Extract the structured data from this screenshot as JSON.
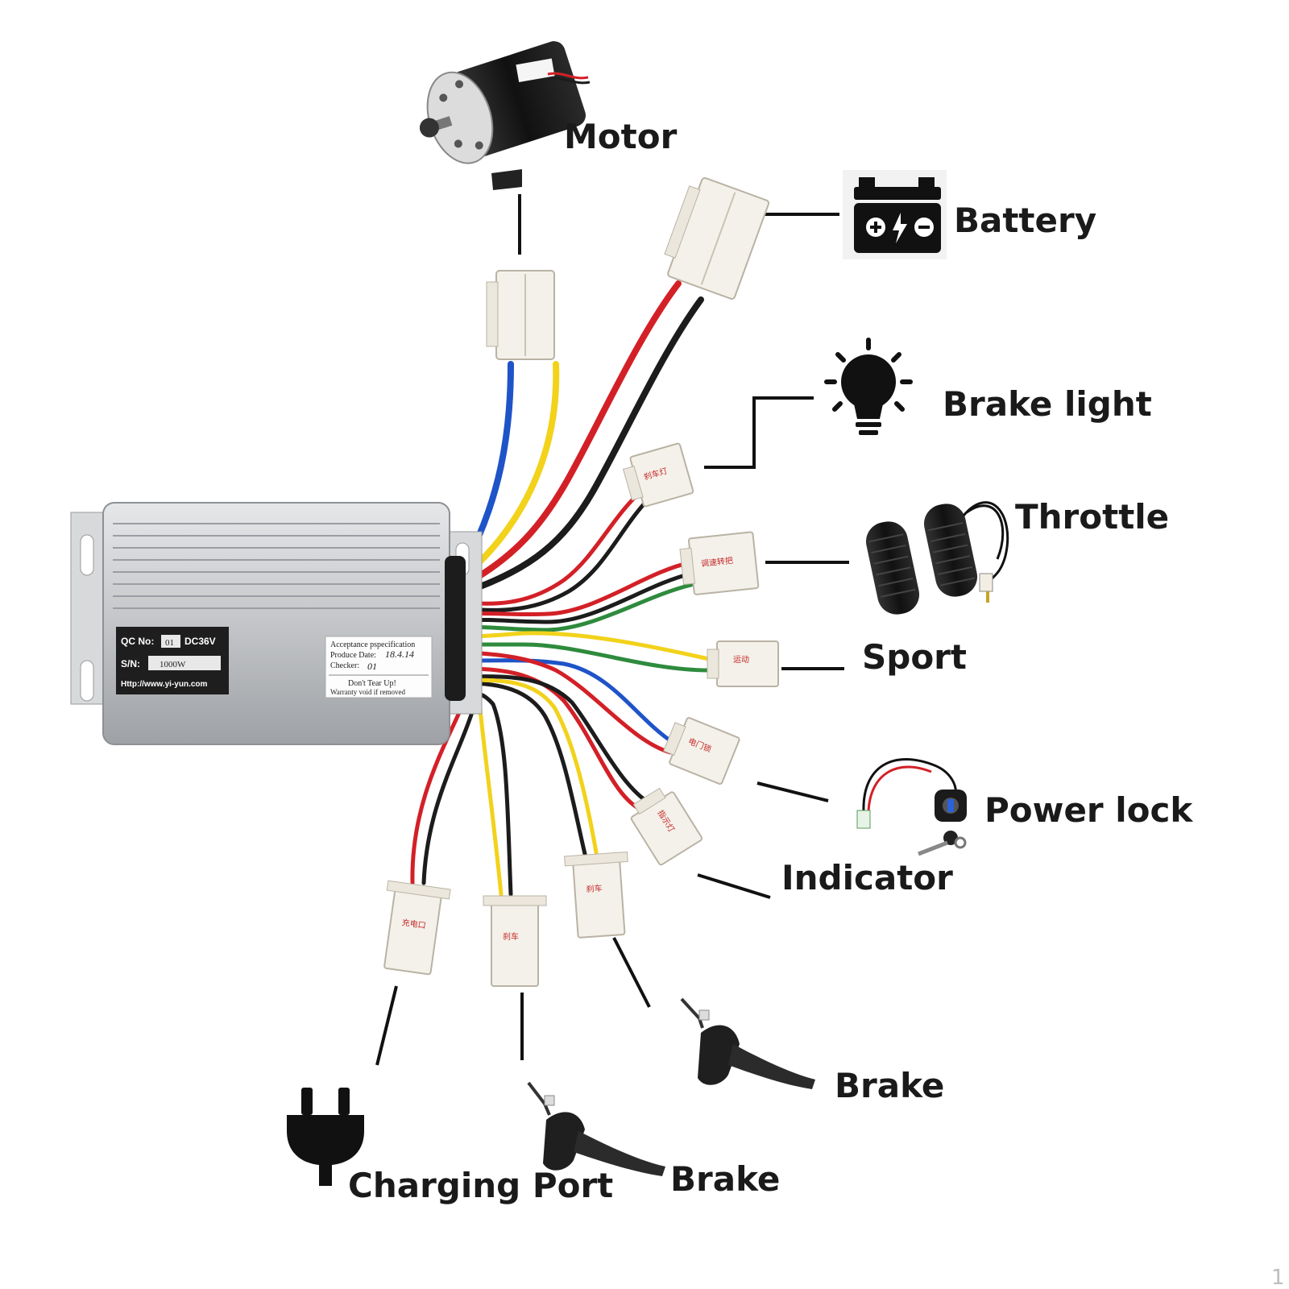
{
  "labels": {
    "motor": "Motor",
    "battery": "Battery",
    "brake_light": "Brake light",
    "throttle": "Throttle",
    "sport": "Sport",
    "power_lock": "Power lock",
    "indicator": "Indicator",
    "brake_right": "Brake",
    "brake_left": "Brake",
    "charging_port": "Charging Port"
  },
  "controller": {
    "qc_label": "QC No:",
    "qc_value": "01",
    "voltage": "DC36V",
    "sn_label": "S/N:",
    "sn_value": "1000W",
    "url": "Http://www.yi-yun.com",
    "sticker_line1": "Acceptance pspecification",
    "sticker_line2": "Produce Date:",
    "sticker_line2_hand": "18.4.14",
    "sticker_line3": "Checker:",
    "sticker_line3_hand": "01",
    "sticker_line4": "Don't Tear Up!",
    "sticker_line5": "Warranty void if removed"
  },
  "connectors": {
    "brake_light": "刹车灯",
    "throttle": "调速转把",
    "sport": "运动",
    "power_lock": "电门锁",
    "indicator": "指示灯",
    "brake_a": "刹车",
    "brake_b": "刹车",
    "charging": "充电口"
  },
  "page_number": "1",
  "colors": {
    "wire_red": "#d32027",
    "wire_black": "#1c1c1c",
    "wire_yellow": "#f2d21b",
    "wire_blue": "#1f54c8",
    "wire_green": "#2e8b3d",
    "controller_body": "#c7c9cc",
    "connector": "#f4f1ea"
  }
}
